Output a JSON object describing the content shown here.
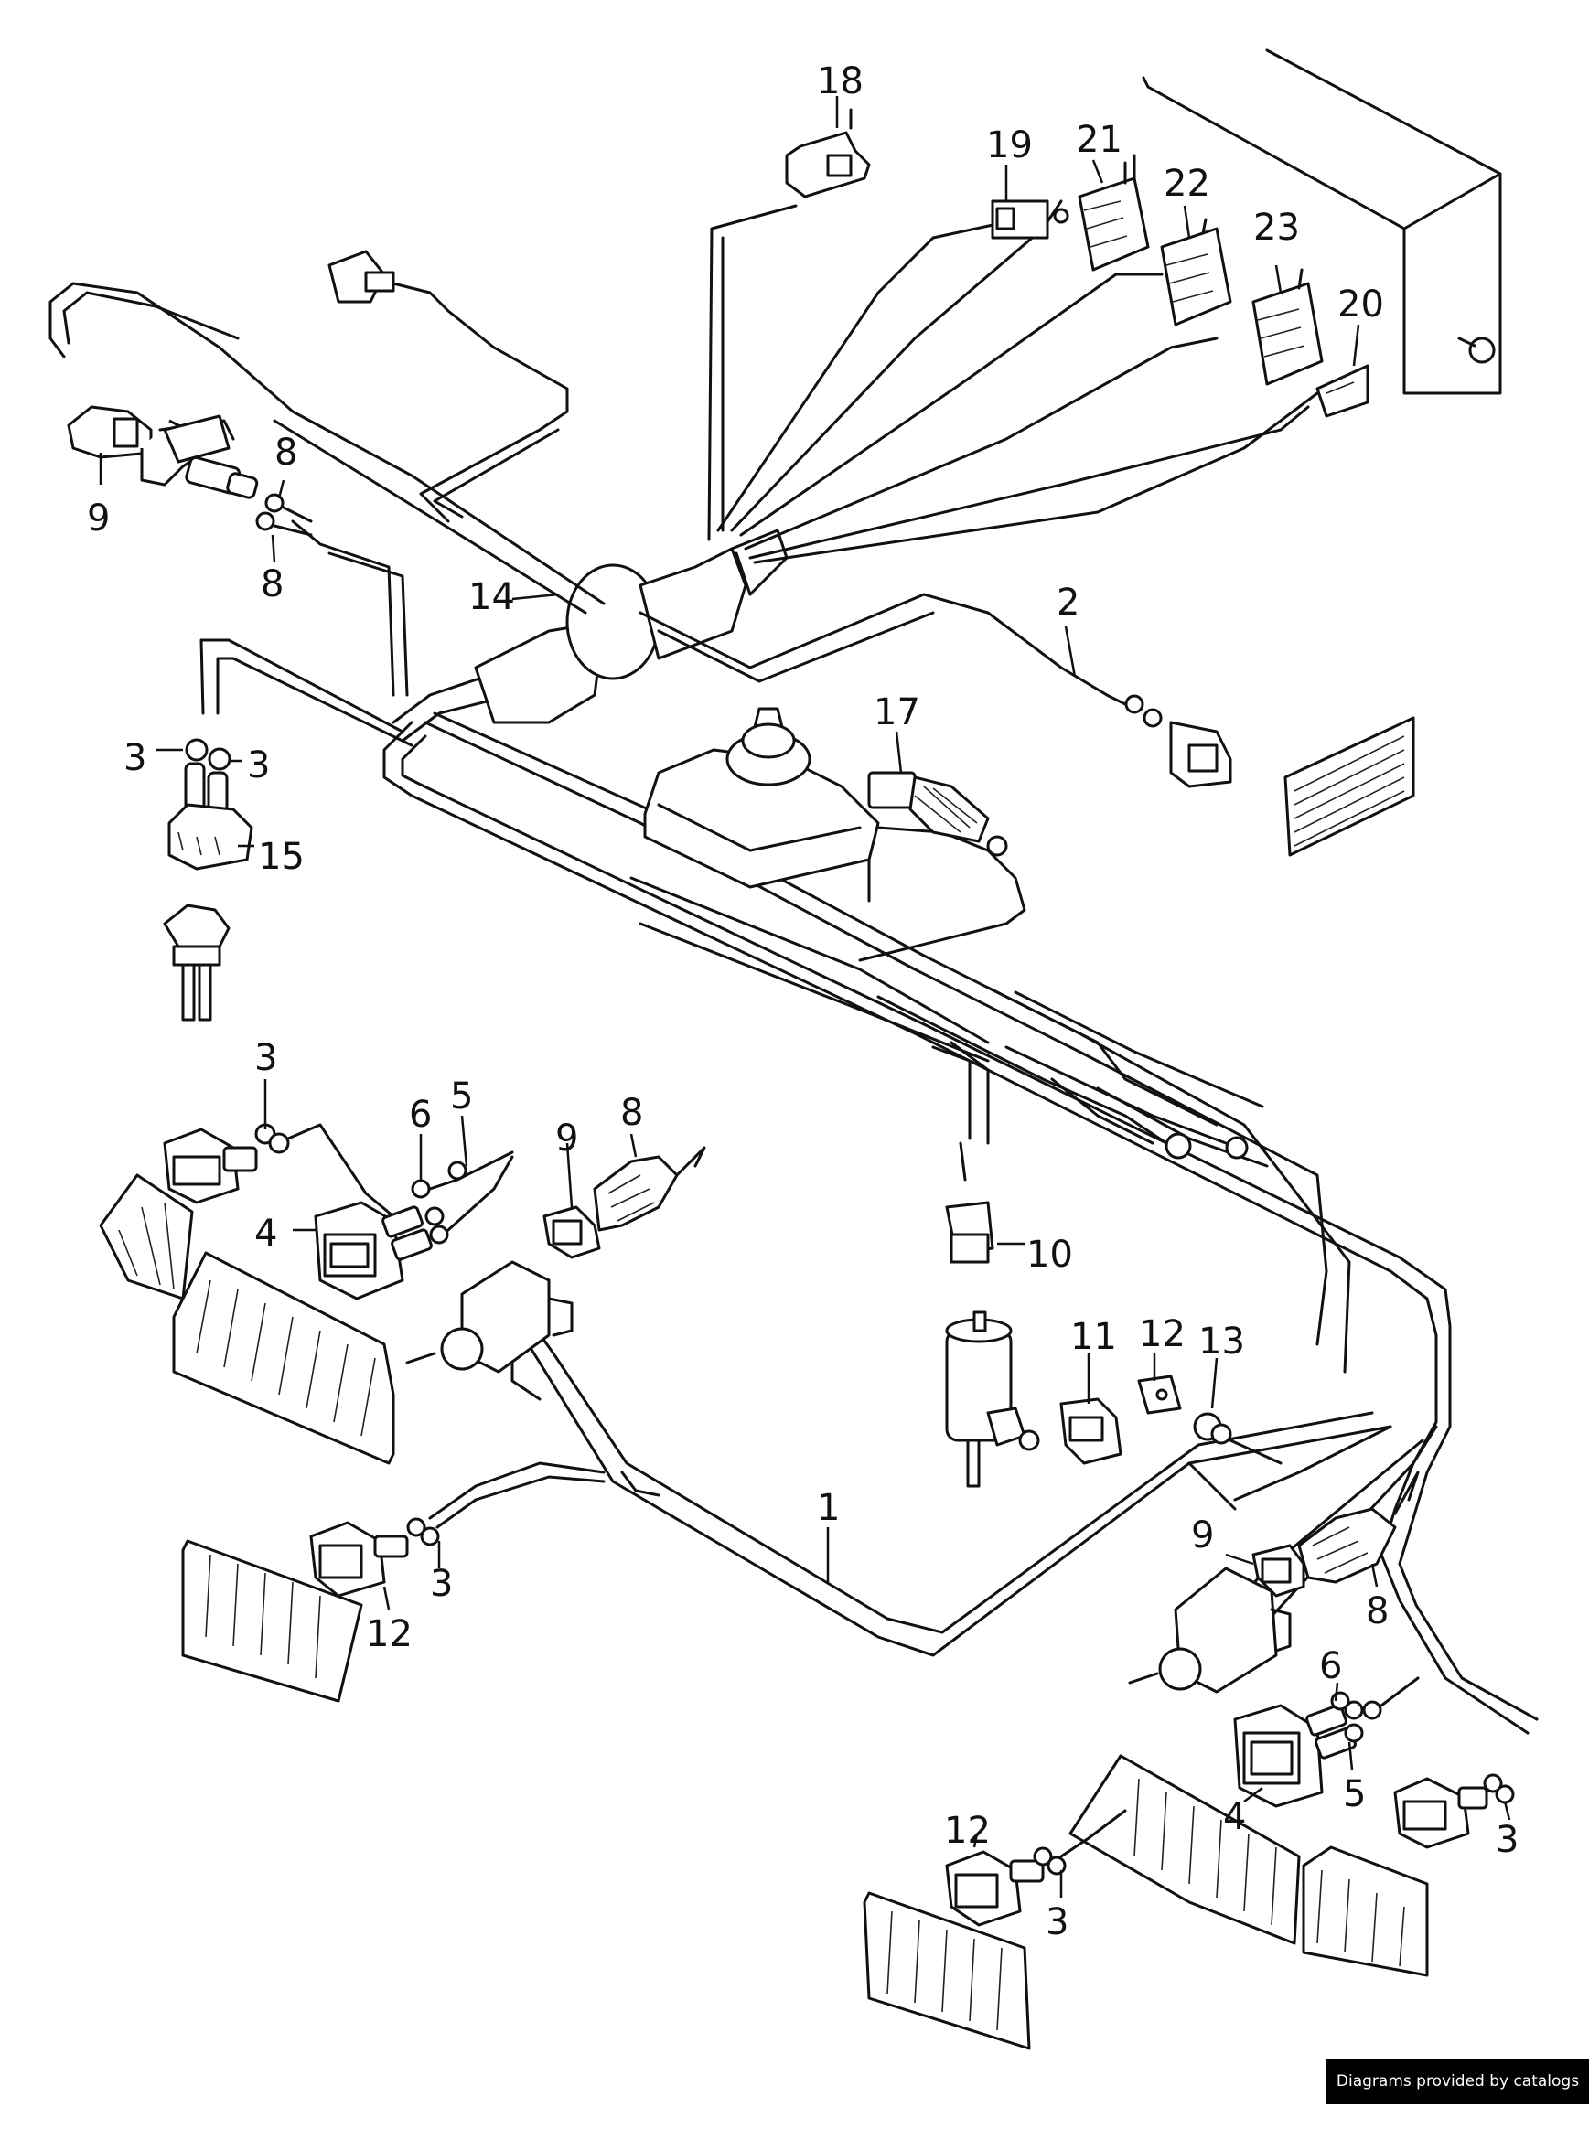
{
  "diagram": {
    "title": "",
    "labels": [
      {
        "id": "l18",
        "text": "18"
      },
      {
        "id": "l19",
        "text": "19"
      },
      {
        "id": "l21",
        "text": "21"
      },
      {
        "id": "l22",
        "text": "22"
      },
      {
        "id": "l23",
        "text": "23"
      },
      {
        "id": "l20",
        "text": "20"
      },
      {
        "id": "l9a",
        "text": "9"
      },
      {
        "id": "l8a",
        "text": "8"
      },
      {
        "id": "l8b",
        "text": "8"
      },
      {
        "id": "l14",
        "text": "14"
      },
      {
        "id": "l2",
        "text": "2"
      },
      {
        "id": "l17",
        "text": "17"
      },
      {
        "id": "l3a",
        "text": "3"
      },
      {
        "id": "l3b",
        "text": "3"
      },
      {
        "id": "l15",
        "text": "15"
      },
      {
        "id": "l3c",
        "text": "3"
      },
      {
        "id": "l6a",
        "text": "6"
      },
      {
        "id": "l5a",
        "text": "5"
      },
      {
        "id": "l9b",
        "text": "9"
      },
      {
        "id": "l8c",
        "text": "8"
      },
      {
        "id": "l4a",
        "text": "4"
      },
      {
        "id": "l10",
        "text": "10"
      },
      {
        "id": "l11",
        "text": "11"
      },
      {
        "id": "l12a",
        "text": "12"
      },
      {
        "id": "l13",
        "text": "13"
      },
      {
        "id": "l1",
        "text": "1"
      },
      {
        "id": "l9c",
        "text": "9"
      },
      {
        "id": "l8d",
        "text": "8"
      },
      {
        "id": "l3d",
        "text": "3"
      },
      {
        "id": "l12b",
        "text": "12"
      },
      {
        "id": "l6b",
        "text": "6"
      },
      {
        "id": "l5b",
        "text": "5"
      },
      {
        "id": "l4b",
        "text": "4"
      },
      {
        "id": "l3e",
        "text": "3"
      },
      {
        "id": "l12c",
        "text": "12"
      },
      {
        "id": "l3f",
        "text": "3"
      }
    ]
  },
  "footer": {
    "credit": "Diagrams provided by catalogs parts"
  }
}
